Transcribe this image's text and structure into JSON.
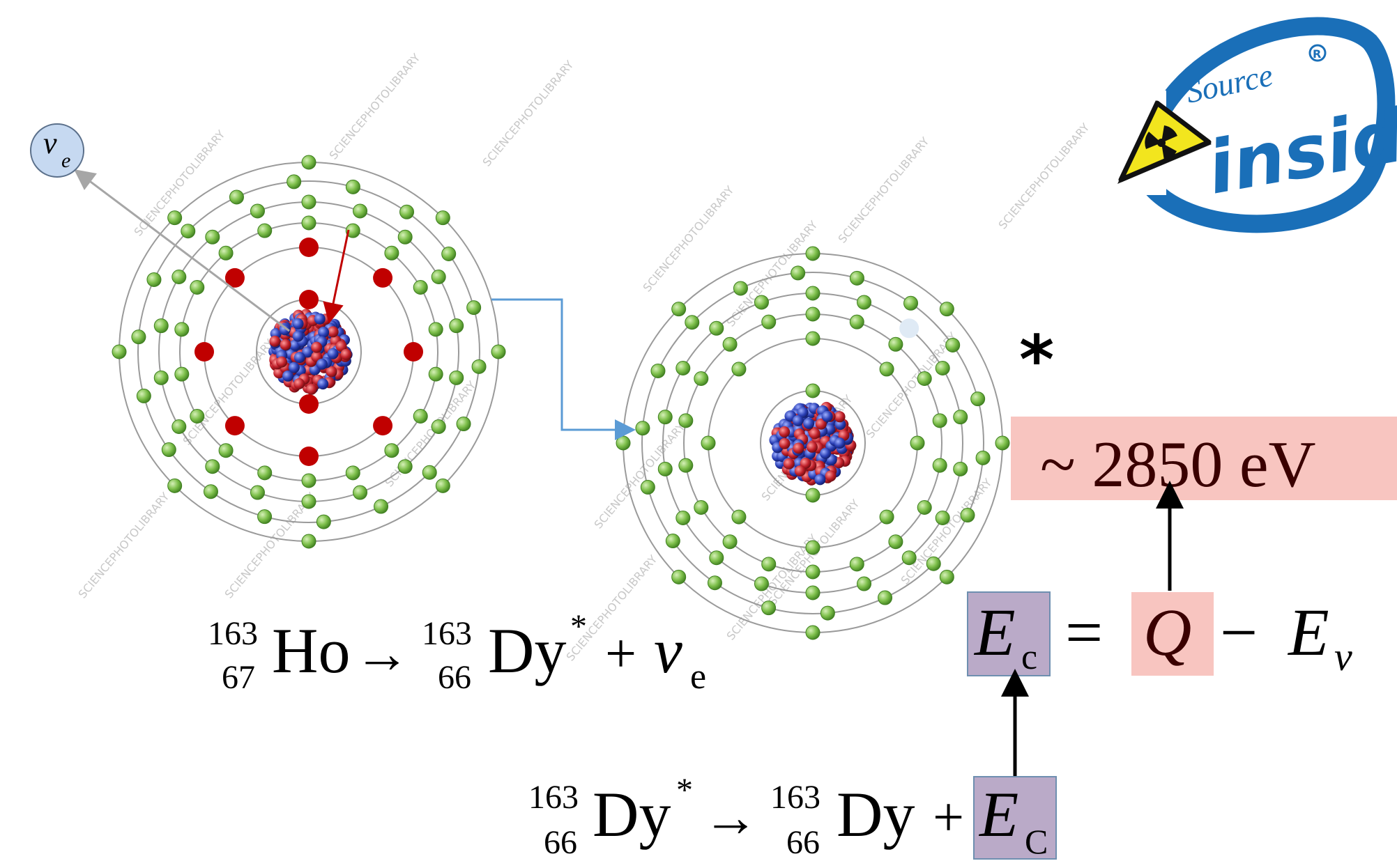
{
  "logo": {
    "top_word": "Source",
    "main_word": "inside",
    "registered_mark": "R",
    "icon": "radiation-warning-icon"
  },
  "neutrino_label": {
    "nu": "ν",
    "sub": "e"
  },
  "excited_star": "*",
  "energy_box": {
    "text": "~ 2850 eV",
    "color": "#f8c5c0"
  },
  "equation_capture": {
    "e": "E",
    "e_sub": "c",
    "equals": "=",
    "q": "Q",
    "minus": "−",
    "ev": "E",
    "ev_sub": "ν",
    "box_color": "#baaac8",
    "q_box_color": "#f8c5c0"
  },
  "reaction_top": {
    "ho_mass": "163",
    "ho_z": "67",
    "ho": "Ho",
    "arrow": "→",
    "dy_mass": "163",
    "dy_z": "66",
    "dy": "Dy",
    "dy_star": "*",
    "plus": "+",
    "nu": "ν",
    "nu_sub": "e"
  },
  "reaction_bottom": {
    "dy1_mass": "163",
    "dy1_z": "66",
    "dy1": "Dy",
    "dy1_star": "*",
    "arrow": "→",
    "dy2_mass": "163",
    "dy2_z": "66",
    "dy2": "Dy",
    "plus": "+",
    "e": "E",
    "e_sub": "C"
  },
  "colors": {
    "electron": "#7dbf4a",
    "captured_electron": "#c00000",
    "vacancy": "#dfeaf5",
    "connector": "#5b9bd5",
    "neutrino_arrow": "#a6a6a6",
    "neutrino_fill": "#c6d9f1"
  },
  "watermark": "SCIENCEPHOTOLIBRARY"
}
